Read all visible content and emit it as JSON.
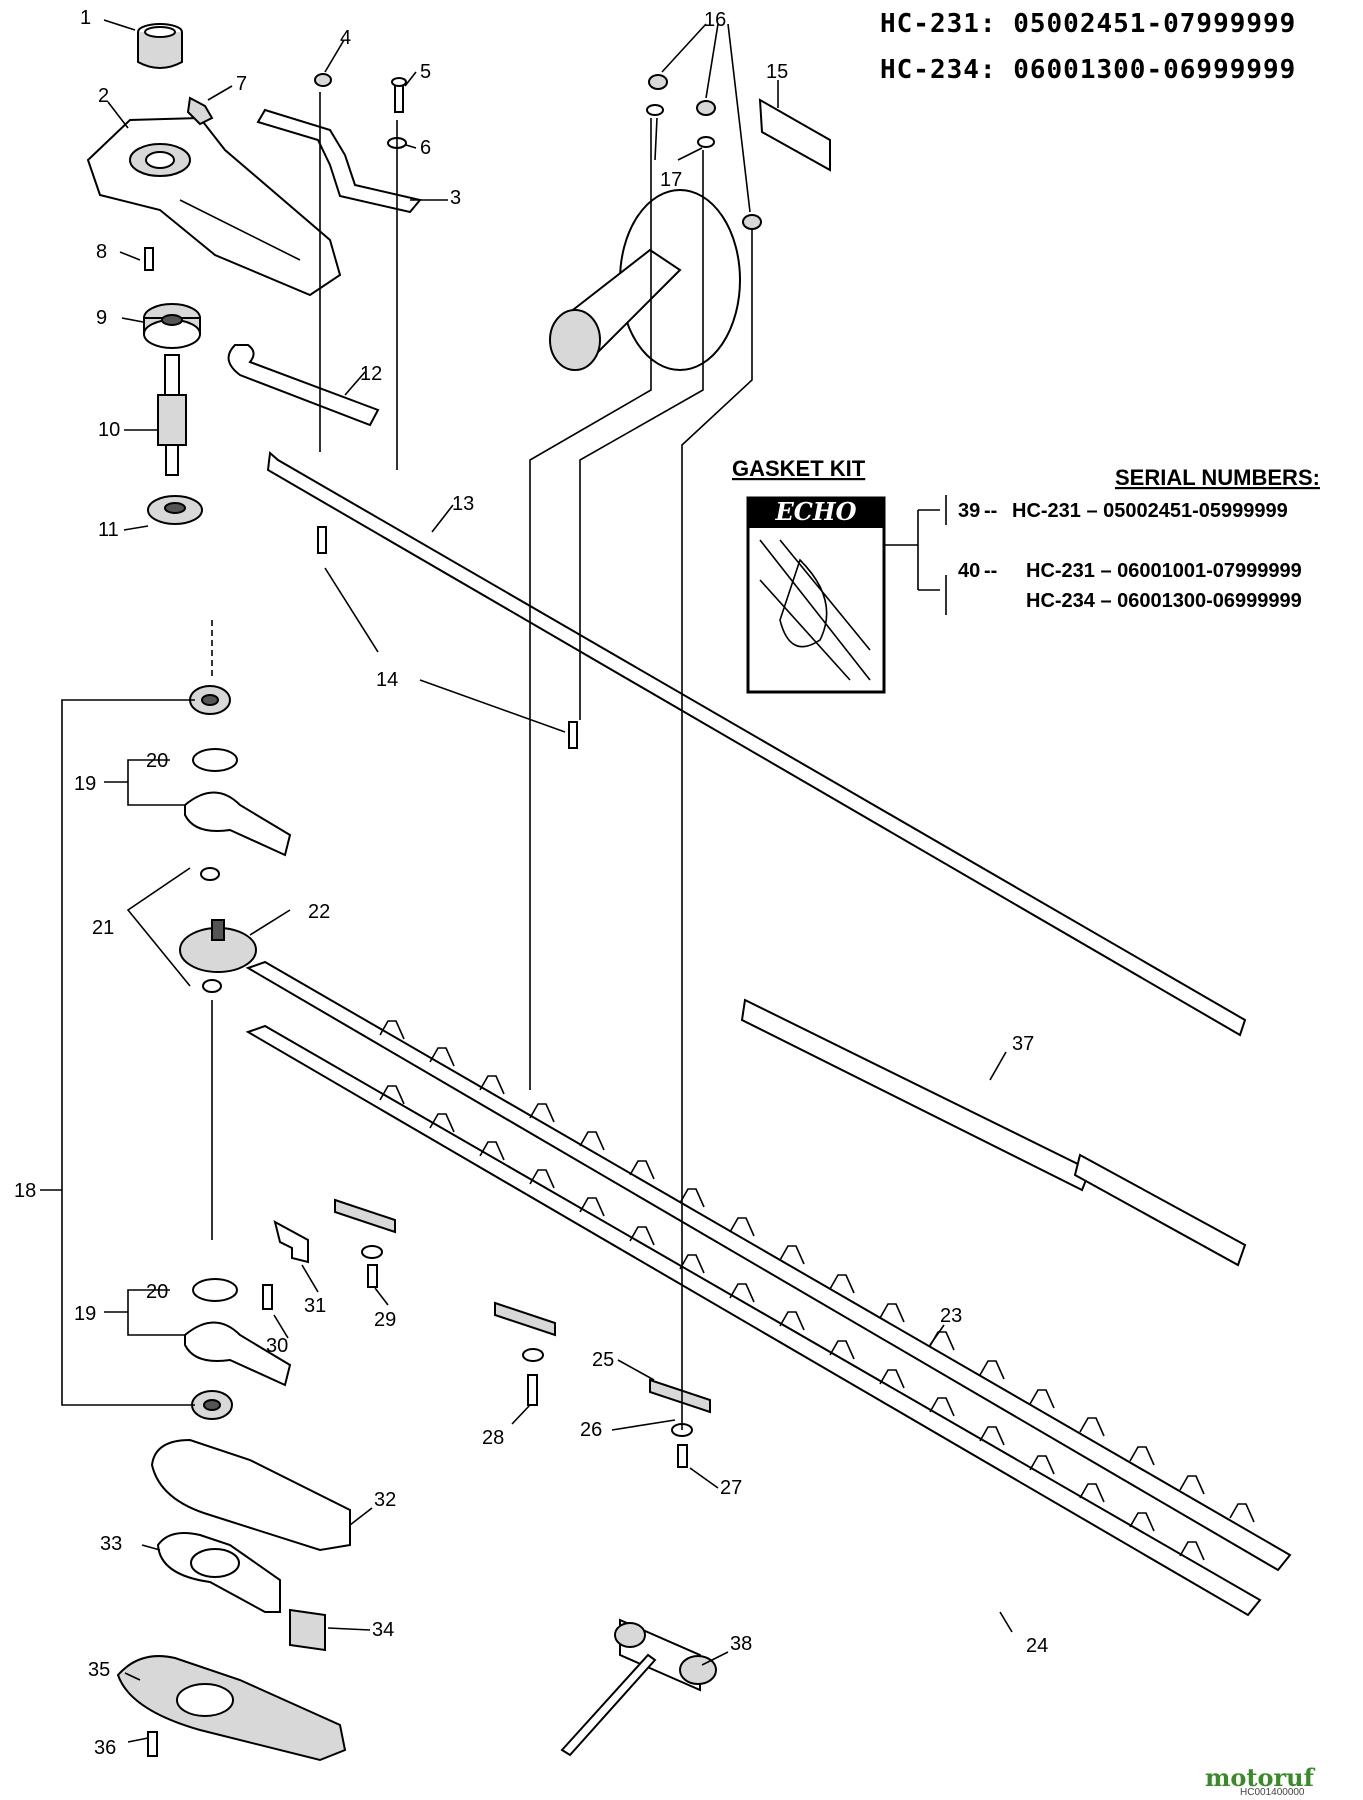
{
  "header": {
    "line1": "HC-231:  05002451-07999999",
    "line2": "HC-234:  06001300-06999999"
  },
  "gasket_kit": {
    "title": "GASKET KIT",
    "brand": "ECHO"
  },
  "serial_numbers": {
    "title": "SERIAL NUMBERS:",
    "entries": [
      {
        "num": "39",
        "sep": "--",
        "lines": [
          "HC-231 – 05002451-05999999"
        ]
      },
      {
        "num": "40",
        "sep": "--",
        "lines": [
          "HC-231 – 06001001-07999999",
          "HC-234 – 06001300-06999999"
        ]
      }
    ]
  },
  "part_labels": [
    "1",
    "2",
    "3",
    "4",
    "5",
    "6",
    "7",
    "8",
    "9",
    "10",
    "11",
    "12",
    "13",
    "14",
    "15",
    "16",
    "17",
    "18",
    "19",
    "19",
    "20",
    "20",
    "21",
    "22",
    "23",
    "24",
    "25",
    "26",
    "27",
    "28",
    "29",
    "30",
    "31",
    "32",
    "33",
    "34",
    "35",
    "36",
    "37",
    "38"
  ],
  "watermark": {
    "brand": "motoruf",
    "code": "HC001400000"
  }
}
